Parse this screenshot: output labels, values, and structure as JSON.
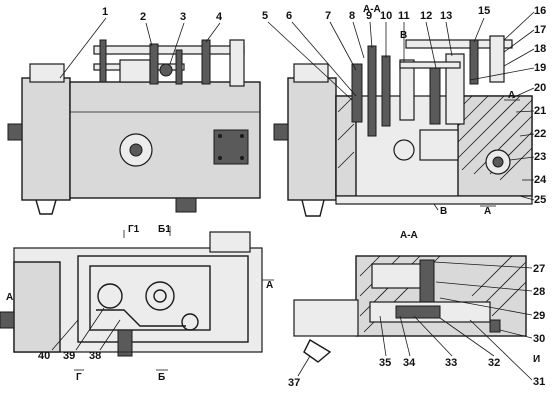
{
  "figure": {
    "callouts": {
      "top_left": [
        "1",
        "2",
        "3",
        "4"
      ],
      "top_right": [
        "5",
        "6",
        "7",
        "8",
        "9",
        "10",
        "11",
        "12",
        "13",
        "15",
        "16",
        "17",
        "18",
        "19",
        "20",
        "21",
        "22",
        "23",
        "24",
        "25"
      ],
      "bottom_right": [
        "27",
        "28",
        "29",
        "30",
        "31",
        "32",
        "33",
        "34",
        "35",
        "37"
      ],
      "bottom_left": [
        "38",
        "39",
        "40"
      ]
    },
    "section_marks": {
      "aa_top": "A-A",
      "b_top_right": "B",
      "a_top_right": "A",
      "b_bottom_top_right": "B",
      "a_right_bottom": "A",
      "g1_top_left": "Г1",
      "b1_top_left": "Б1",
      "aa_caption": "A-A",
      "a_left_bottom": "A",
      "a_right_mid": "A",
      "g_bottom_left": "Г",
      "b_bottom_left": "Б",
      "i_bottom_right": "И"
    }
  }
}
